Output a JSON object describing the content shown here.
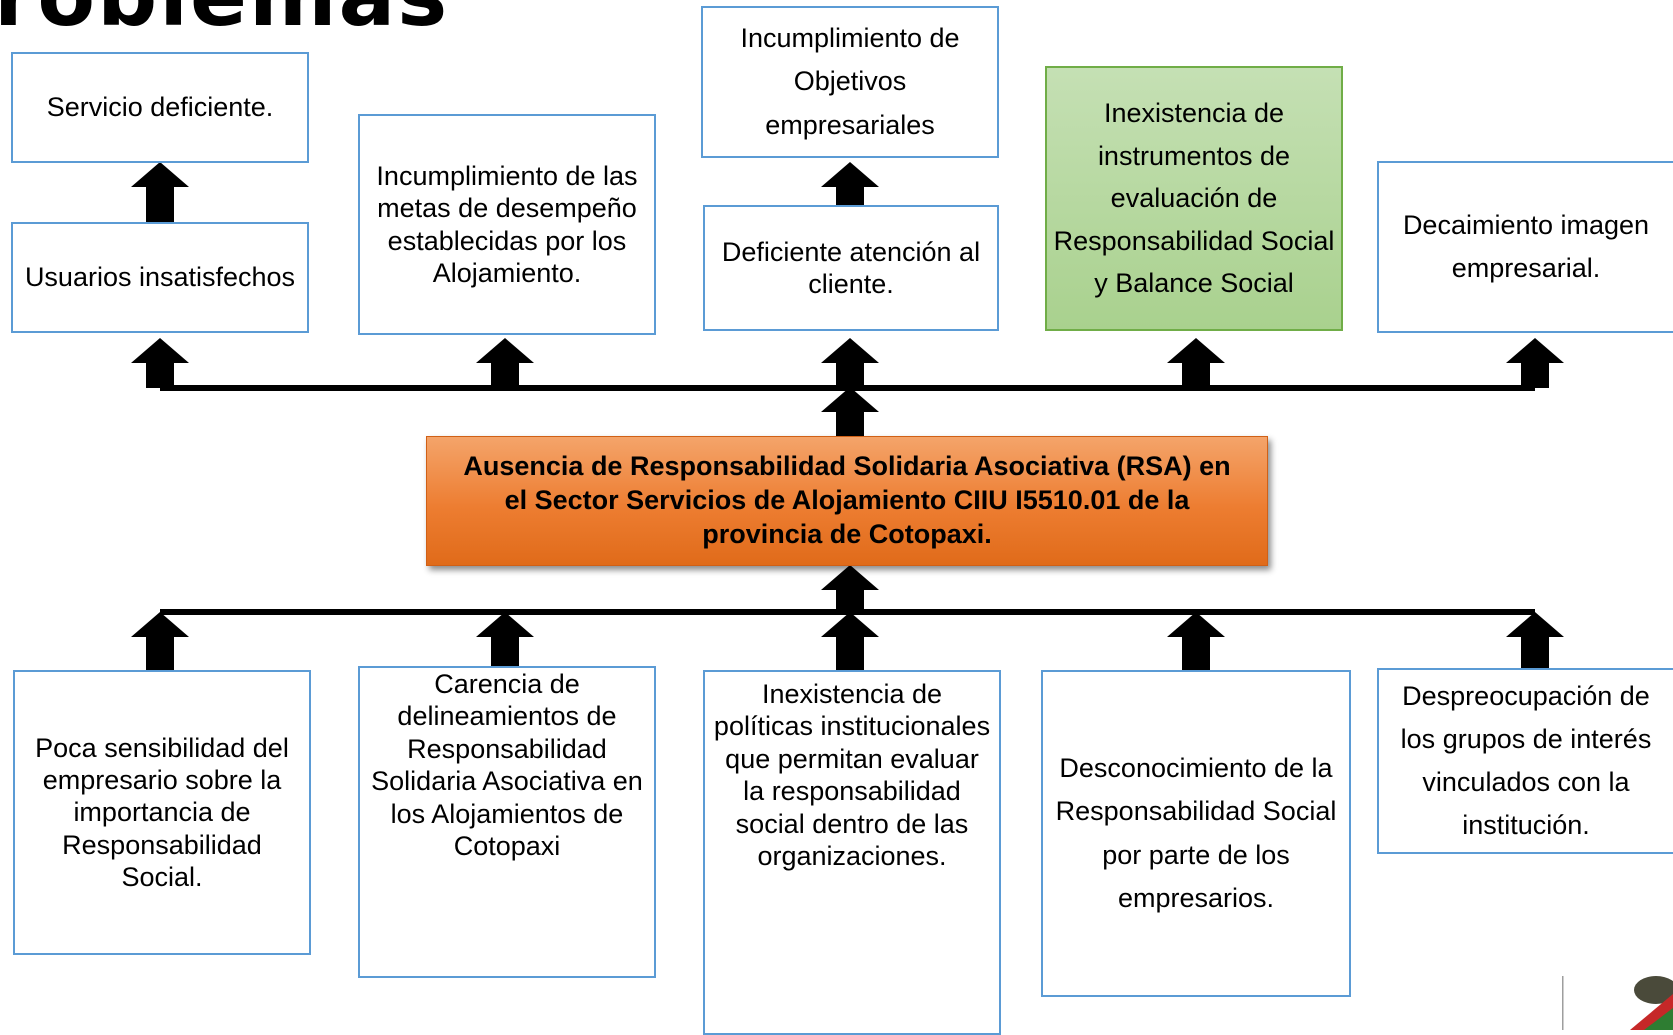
{
  "title": "roblemas",
  "central_problem": "Ausencia de Responsabilidad Solidaria Asociativa (RSA) en el Sector Servicios de Alojamiento CIIU I5510.01 de la provincia de Cotopaxi.",
  "effects": {
    "servicio": "Servicio deficiente.",
    "usuarios": "Usuarios insatisfechos",
    "metas": "Incumplimiento de las metas de desempeño establecidas por los Alojamiento.",
    "objetivos": "Incumplimiento de Objetivos empresariales",
    "atencion": "Deficiente atención al cliente.",
    "instrumentos": "Inexistencia de instrumentos de evaluación de Responsabilidad Social y Balance Social",
    "imagen": "Decaimiento imagen empresarial."
  },
  "causes": {
    "sensibilidad": "Poca sensibilidad del empresario sobre la importancia de Responsabilidad Social.",
    "delineamientos": "Carencia de delineamientos de Responsabilidad Solidaria Asociativa en los Alojamientos de Cotopaxi",
    "politicas": "Inexistencia de políticas institucionales que permitan evaluar la responsabilidad social dentro de las organizaciones.",
    "desconocimiento": "Desconocimiento de la Responsabilidad Social por parte de los empresarios.",
    "despreocupacion": "Despreocupación de los grupos de interés vinculados con la institución."
  },
  "colors": {
    "box_border": "#5b9bd5",
    "highlight_fill": "#a9d18e",
    "center_fill": "#ed7d31"
  }
}
